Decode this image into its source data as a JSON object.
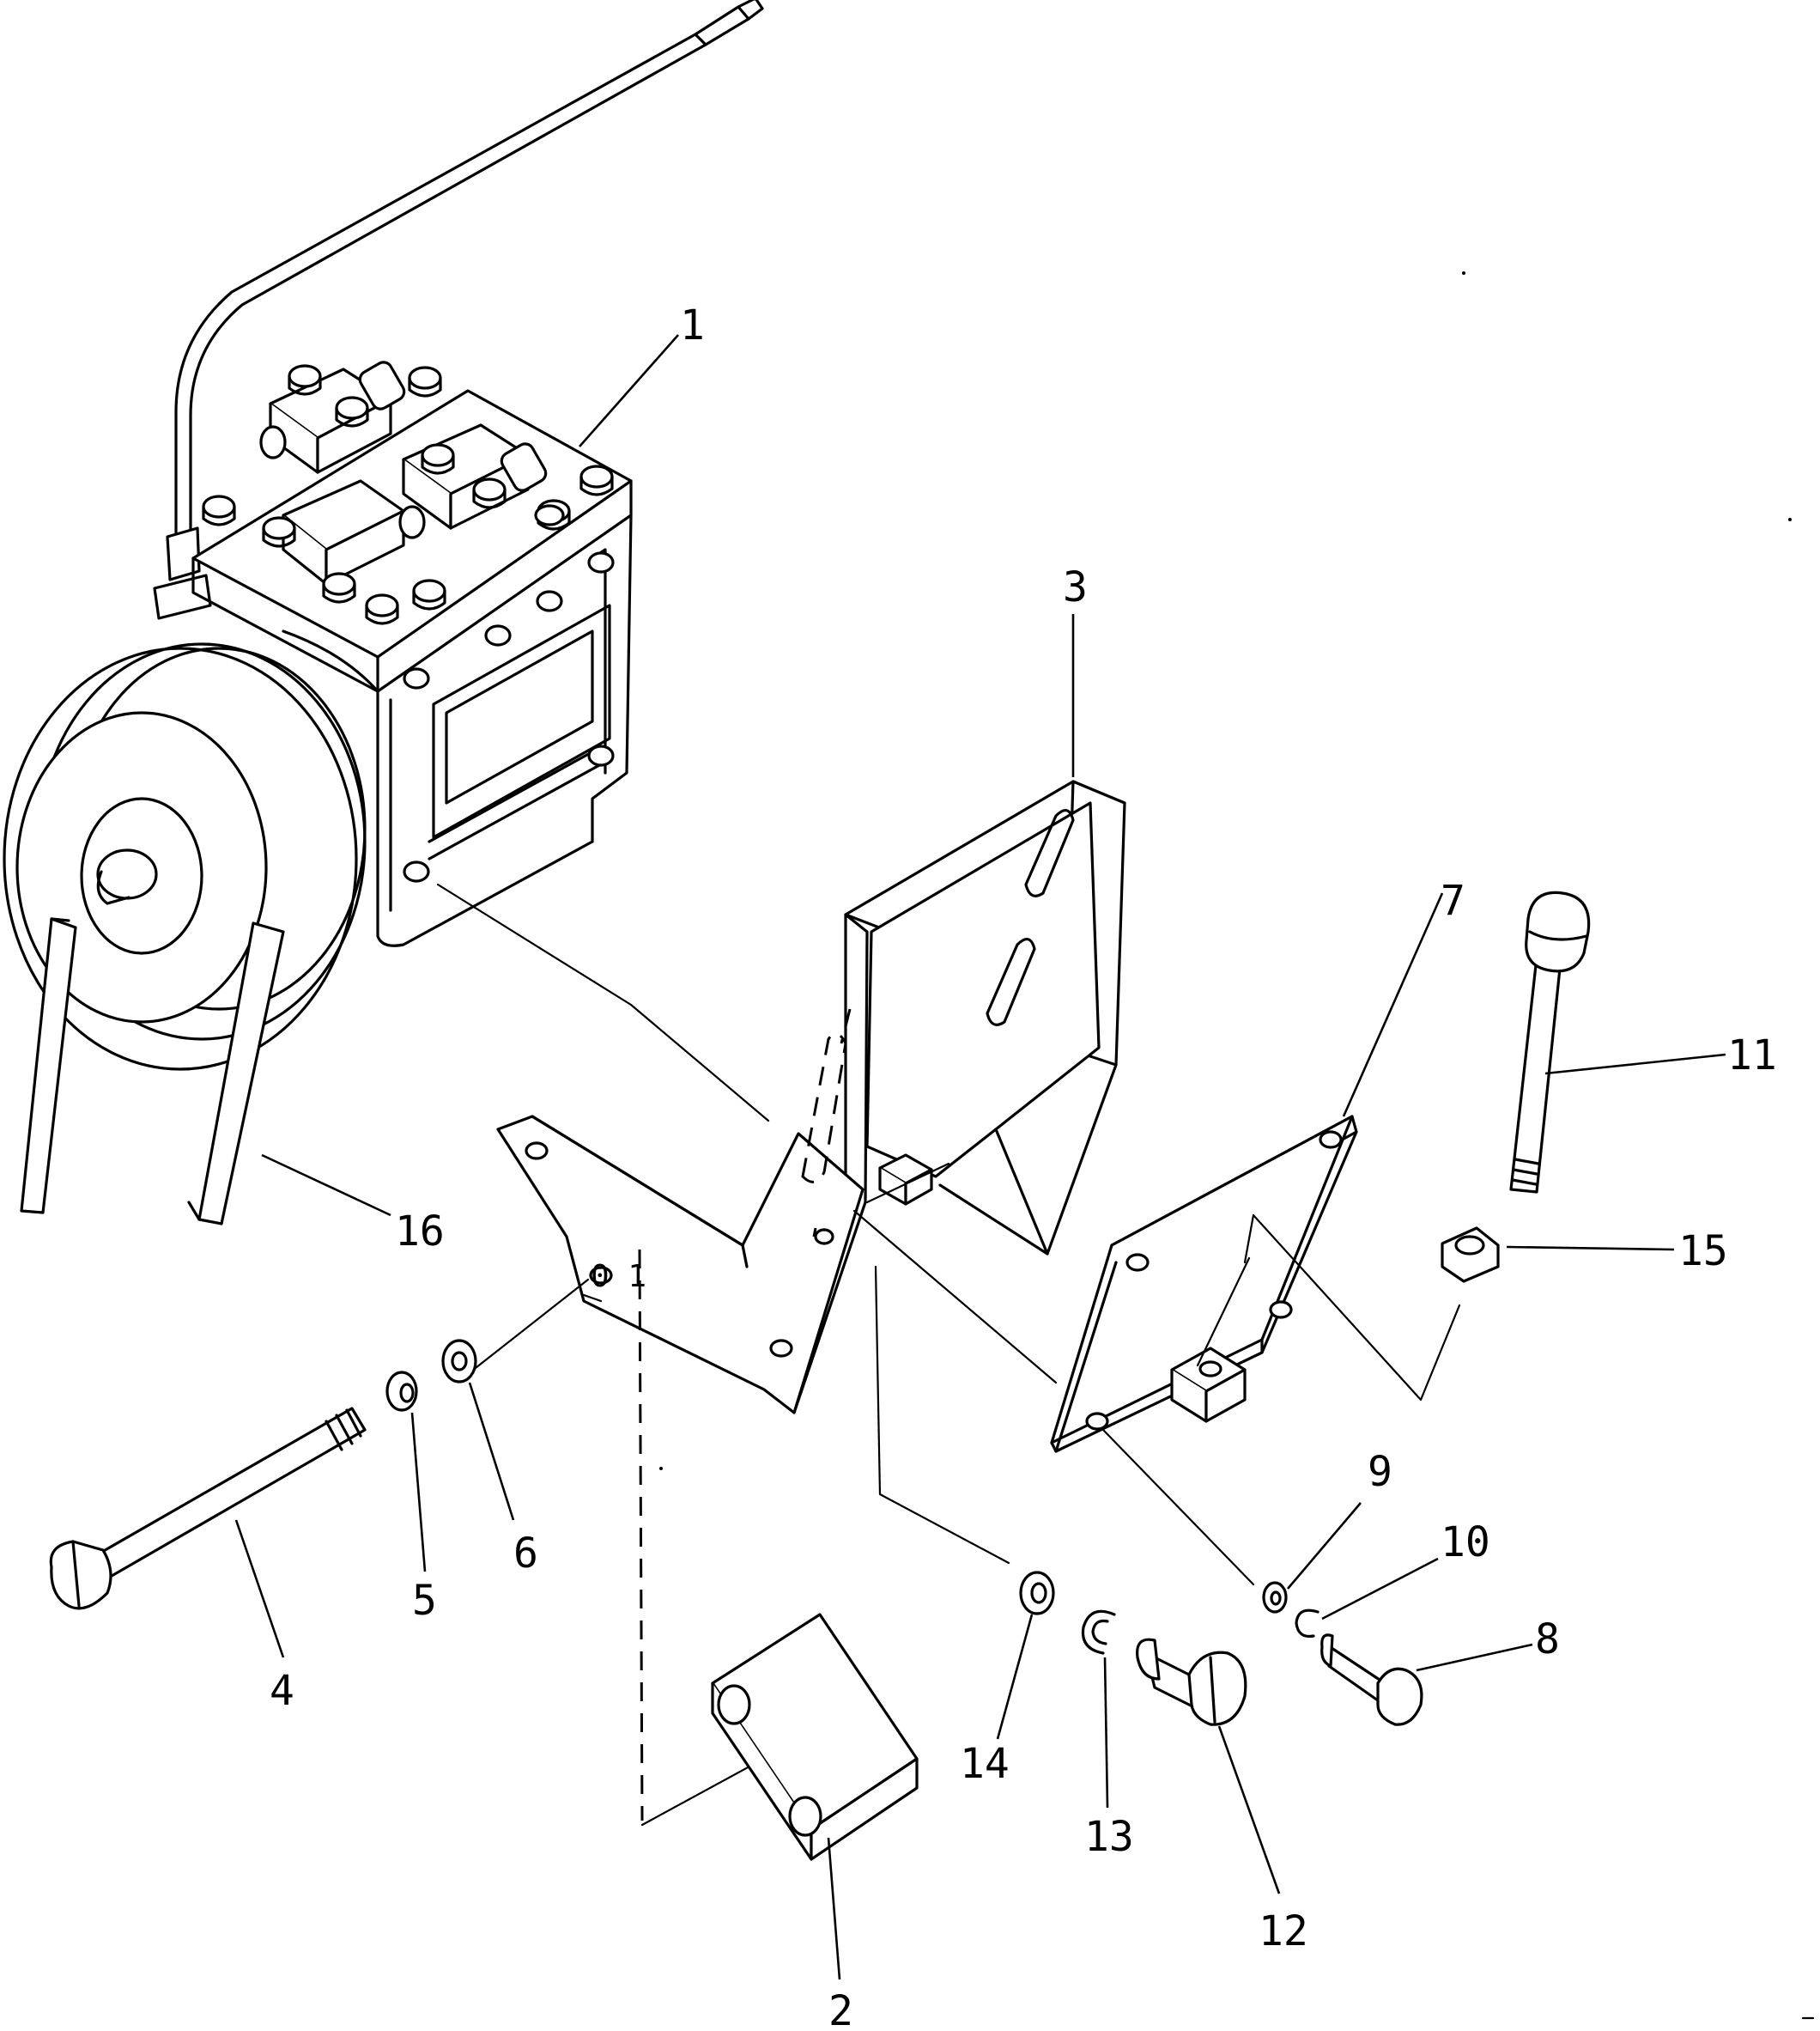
{
  "callouts": {
    "p1": "1",
    "p2": "2",
    "p3": "3",
    "p4": "4",
    "p5": "5",
    "p6": "6",
    "p7": "7",
    "p8": "8",
    "p9": "9",
    "p10": "10",
    "p11": "11",
    "p12": "12",
    "p13": "13",
    "p14": "14",
    "p15": "15",
    "p16": "16"
  },
  "marks": {
    "hole_ref": "0 1"
  }
}
